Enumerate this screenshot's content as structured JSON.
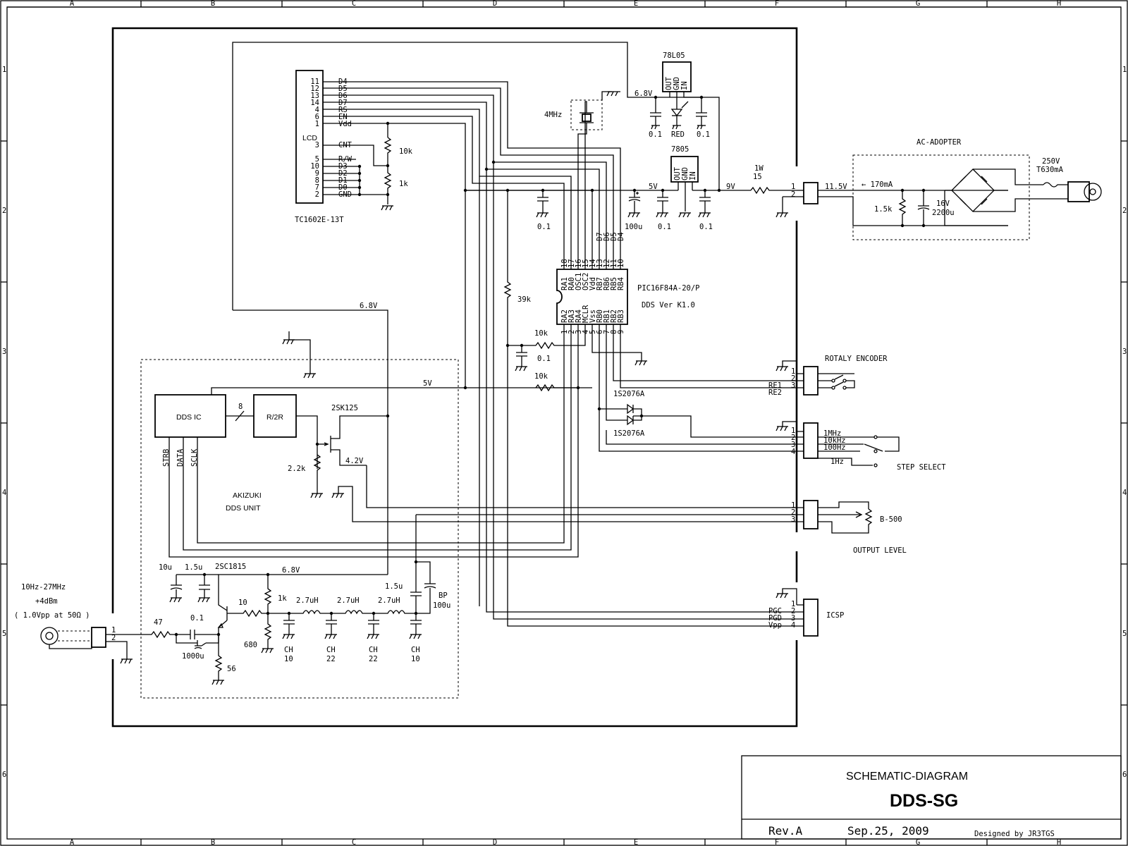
{
  "frame": {
    "cols": [
      "A",
      "B",
      "C",
      "D",
      "E",
      "F",
      "G",
      "H"
    ],
    "rows": [
      "1",
      "2",
      "3",
      "4",
      "5",
      "6"
    ]
  },
  "title_block": {
    "title": "SCHEMATIC-DIAGRAM",
    "name": "DDS-SG",
    "rev": "Rev.A",
    "date": "Sep.25, 2009",
    "designer": "Designed by JR3TGS"
  },
  "lcd": {
    "label": "LCD",
    "part": "TC1602E-13T",
    "pin_nums": [
      "11",
      "12",
      "13",
      "14",
      "4",
      "6",
      "1",
      "3",
      "5",
      "10",
      "9",
      "8",
      "7",
      "2"
    ],
    "pin_names": [
      "D4",
      "D5",
      "D6",
      "D7",
      "RS",
      "EN",
      "Vdd",
      "CNT",
      "R/W",
      "D3",
      "D2",
      "D1",
      "D0",
      "GND"
    ],
    "r_top": "10k",
    "r_bottom": "1k"
  },
  "crystal": {
    "label": "4MHz"
  },
  "reg_78l05": {
    "name": "78L05",
    "pins": [
      "OUT",
      "GND",
      "IN"
    ],
    "rail": "6.8V",
    "c_left": "0.1",
    "led": "RED",
    "c_right": "0.1"
  },
  "reg_7805": {
    "name": "7805",
    "pins": [
      "OUT",
      "GND",
      "IN"
    ],
    "rail_5v": "5V",
    "rail_9v": "9V",
    "c_labels": [
      "0.1",
      "100u",
      "0.1",
      "0.1"
    ],
    "r_watt": "1W",
    "r_val": "15"
  },
  "pic": {
    "part": "PIC16F84A-20/P",
    "fw": "DDS Ver K1.0",
    "top_nums": [
      "18",
      "17",
      "16",
      "15",
      "14",
      "13",
      "12",
      "11",
      "10"
    ],
    "top_pins": [
      "RA1",
      "RA0",
      "OSC1",
      "OSC2",
      "Vdd",
      "RB7",
      "RB6",
      "RB5",
      "RB4"
    ],
    "bot_nums": [
      "1",
      "2",
      "3",
      "4",
      "5",
      "6",
      "7",
      "8",
      "9"
    ],
    "bot_pins": [
      "RA2",
      "RA3",
      "RA4",
      "MCLR",
      "Vss",
      "RB0",
      "RB1",
      "RB2",
      "RB3"
    ],
    "top_bus": [
      "D7",
      "D6",
      "D5",
      "D4"
    ],
    "r39k": "39k",
    "r10k_a": "10k",
    "c01": "0.1",
    "r10k_b": "10k"
  },
  "ac": {
    "title": "AC-ADOPTER",
    "v_in": "11.5V",
    "current": "← 170mA",
    "r": "1.5k",
    "c_v": "16V",
    "c_val": "2200u",
    "fuse_v": "250V",
    "fuse": "T630mA",
    "pins": [
      "1",
      "2"
    ]
  },
  "encoder": {
    "title": "ROTALY ENCODER",
    "pins": [
      "1",
      "2",
      "3"
    ],
    "nets": [
      "RE1",
      "RE2"
    ]
  },
  "step": {
    "diode_top": "1S2076A",
    "diode_bot": "1S2076A",
    "pins": [
      "1",
      "2",
      "3",
      "4"
    ],
    "opts": [
      "1MHz",
      "10kHz",
      "100Hz",
      "1Hz"
    ],
    "title": "STEP SELECT"
  },
  "level": {
    "pins": [
      "1",
      "2",
      "3"
    ],
    "pot": "B-500",
    "title": "OUTPUT LEVEL"
  },
  "icsp": {
    "title": "ICSP",
    "pins": [
      "1",
      "2",
      "3",
      "4"
    ],
    "nets": [
      "PGC",
      "PGD",
      "Vpp"
    ]
  },
  "dds": {
    "ic": "DDS IC",
    "r2r": "R/2R",
    "bus": "8",
    "fet": "2SK125",
    "r_gate": "2.2k",
    "v_src": "4.2V",
    "rail_5v": "5V",
    "rail_68": "6.8V",
    "pins": [
      "STRB",
      "DATA",
      "SCLK"
    ],
    "unit1": "AKIZUKI",
    "unit2": "DDS UNIT"
  },
  "output": {
    "freq": "10Hz-27MHz",
    "level": "+4dBm",
    "spec": "( 1.0Vpp at 50Ω )",
    "pins": [
      "1",
      "2"
    ],
    "r47": "47",
    "c_10u": "10u",
    "c_15u": "1.5u",
    "tr": "2SC1815",
    "rail": "6.8V",
    "c01": "0.1",
    "c1000u": "1000u",
    "r56": "56",
    "r10": "10",
    "r1k": "1k",
    "r680": "680",
    "l_vals": [
      "2.7uH",
      "2.7uH",
      "2.7uH"
    ],
    "c_ch": [
      "CH",
      "CH",
      "CH",
      "CH"
    ],
    "c_vals": [
      "10",
      "22",
      "22",
      "10"
    ],
    "c_15u_b": "1.5u",
    "c_bp": "BP",
    "c_bp_val": "100u"
  }
}
